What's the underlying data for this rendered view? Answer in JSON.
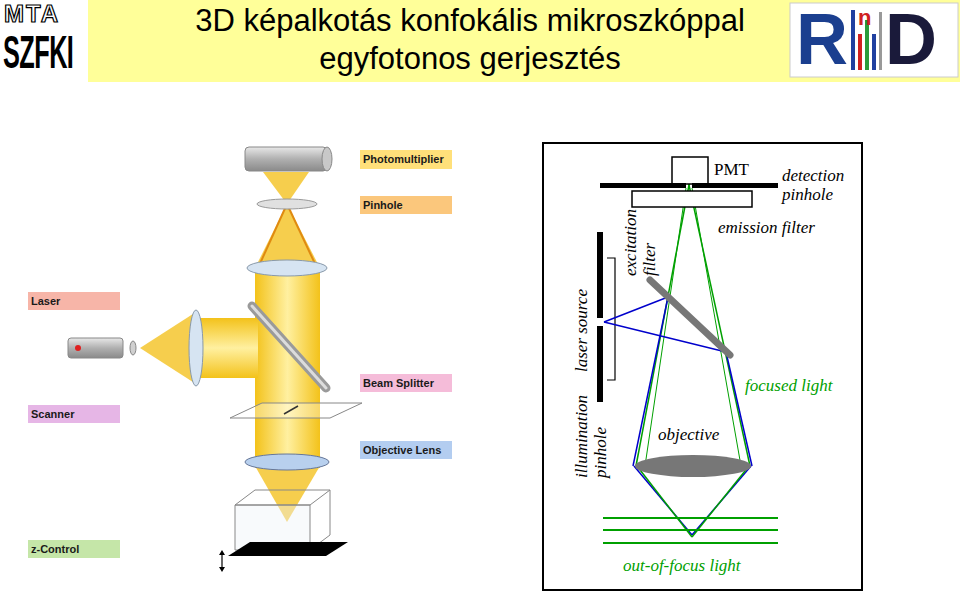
{
  "diagram": {
    "title": "3D képalkotás konfokális mikroszkóppal egyfotonos gerjesztés",
    "nodes": [
      {
        "text": [
          "Photomultiplier"
        ]
      },
      {
        "text": [
          "Pinhole"
        ]
      },
      {
        "text": [
          "Laser"
        ]
      },
      {
        "text": [
          "Beam Splitter"
        ]
      },
      {
        "text": [
          "Scanner"
        ]
      },
      {
        "text": [
          "Objective Lens"
        ]
      },
      {
        "text": [
          "z-Control"
        ]
      }
    ],
    "labels": [
      "MTA",
      "SZFKI",
      "R",
      "n",
      "D",
      "PMT",
      "detection pinhole",
      "emission filter",
      "excitation filter",
      "laser source",
      "focused light",
      "objective",
      "illumination pinhole",
      "out-of-focus light"
    ]
  }
}
